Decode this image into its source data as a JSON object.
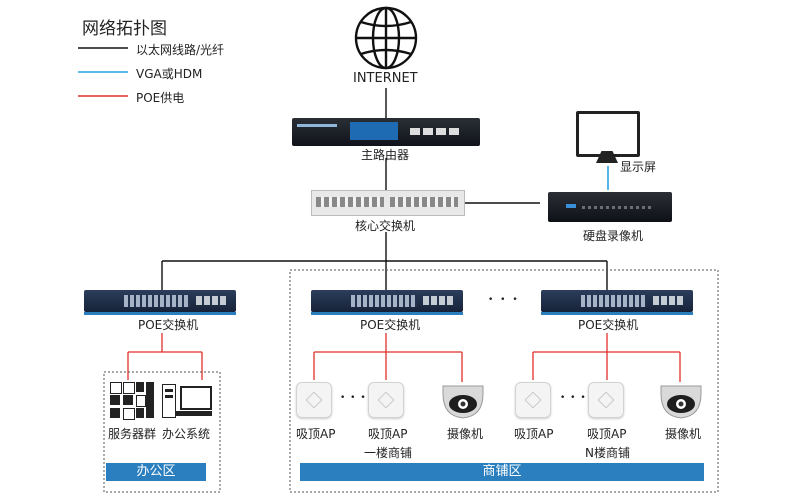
{
  "legend": {
    "title": "网络拓扑图",
    "items": [
      {
        "label": "以太网线路/光纤",
        "color": "#111111"
      },
      {
        "label": "VGA或HDM",
        "color": "#2aa4e0"
      },
      {
        "label": "POE供电",
        "color": "#e0302a"
      }
    ]
  },
  "nodes": {
    "internet": "INTERNET",
    "router": "主路由器",
    "core_switch": "核心交换机",
    "display": "显示屏",
    "nvr": "硬盘录像机",
    "poe_office": "POE交换机",
    "poe_shop1": "POE交换机",
    "poe_shop2": "POE交换机",
    "servers": "服务器群",
    "office_system": "办公系统",
    "ap1": "吸顶AP",
    "ap2": "吸顶AP",
    "cam1": "摄像机",
    "floor1": "一楼商铺",
    "ap3": "吸顶AP",
    "ap4": "吸顶AP",
    "cam2": "摄像机",
    "floorN": "N楼商铺",
    "ellipsis_main": "• • •",
    "ellipsis_ap": "• • •"
  },
  "zones": {
    "office": "办公区",
    "shops": "商铺区"
  },
  "colors": {
    "ethernet": "#111111",
    "vga": "#2aa4e0",
    "poe": "#e0302a",
    "zone_tag": "#2b7fbf",
    "switch_body": "#1d2e4a"
  }
}
